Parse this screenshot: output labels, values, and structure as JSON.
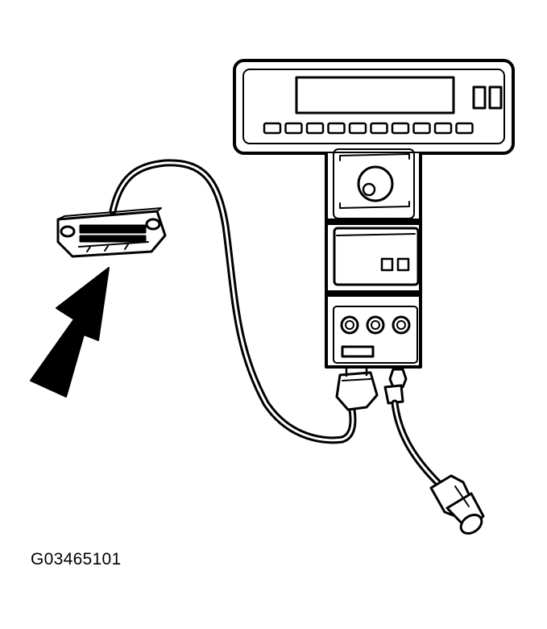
{
  "figure": {
    "id": "G03465101"
  },
  "colors": {
    "ink": "#000000",
    "paper": "#ffffff"
  },
  "parts": {
    "display_button_count": 10,
    "output_jack_count": 3
  }
}
